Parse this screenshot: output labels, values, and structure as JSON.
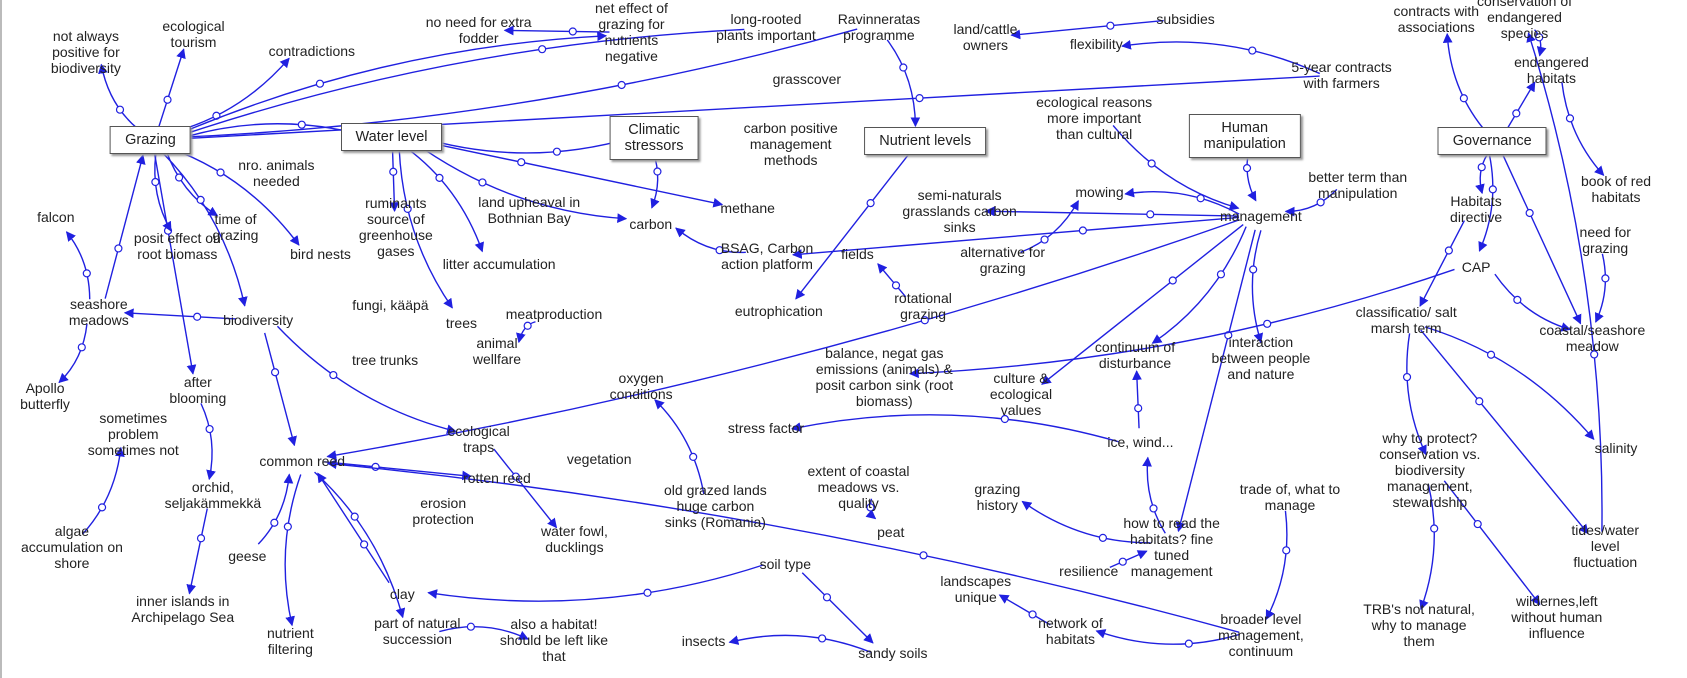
{
  "diagram_title": "",
  "colors": {
    "edge": "#2020e0",
    "text": "#222222",
    "box_border": "#555555"
  },
  "nodes": [
    {
      "id": "grazing",
      "label": "Grazing",
      "boxed": true
    },
    {
      "id": "waterlevel",
      "label": "Water level",
      "boxed": true
    },
    {
      "id": "climatic",
      "label": "Climatic\nstressors",
      "boxed": true
    },
    {
      "id": "nutrient",
      "label": "Nutrient levels",
      "boxed": true
    },
    {
      "id": "human",
      "label": "Human\nmanipulation",
      "boxed": true
    },
    {
      "id": "governance",
      "label": "Governance",
      "boxed": true
    },
    {
      "id": "notalways",
      "label": "not always\npositive for\nbiodiversity"
    },
    {
      "id": "ecotourism",
      "label": "ecological\ntourism"
    },
    {
      "id": "contradictions",
      "label": "contradictions"
    },
    {
      "id": "nofodder",
      "label": "no need for extra\nfodder"
    },
    {
      "id": "neteffect",
      "label": "net effect of\ngrazing for\nnutrients\nnegative"
    },
    {
      "id": "longrooted",
      "label": "long-rooted\nplants important"
    },
    {
      "id": "ravinneratas",
      "label": "Ravinneratas\nprogramme"
    },
    {
      "id": "landcattle",
      "label": "land/cattle\nowners"
    },
    {
      "id": "subsidies",
      "label": "subsidies"
    },
    {
      "id": "flexibility",
      "label": "flexibility"
    },
    {
      "id": "contracts",
      "label": "contracts with\nassociations"
    },
    {
      "id": "conservation",
      "label": "conservation of\nendangered\nspecies"
    },
    {
      "id": "fiveyear",
      "label": "5-year contracts\nwith farmers"
    },
    {
      "id": "endangered",
      "label": "endangered\nhabitats"
    },
    {
      "id": "grasscover",
      "label": "grasscover"
    },
    {
      "id": "ecoreasons",
      "label": "ecological reasons\nmore important\nthan cultural"
    },
    {
      "id": "carbonpositive",
      "label": "carbon positive\nmanagement\nmethods"
    },
    {
      "id": "bookred",
      "label": "book of red\nhabitats"
    },
    {
      "id": "nroanimals",
      "label": "nro. animals\nneeded"
    },
    {
      "id": "timegrazing",
      "label": "time of\ngrazing"
    },
    {
      "id": "falcon",
      "label": "falcon"
    },
    {
      "id": "rootbiomass",
      "label": "posit effect on\nroot biomass"
    },
    {
      "id": "ruminants",
      "label": "ruminants\nsource of\ngreenhouse\ngases"
    },
    {
      "id": "upheaval",
      "label": "land upheaval in\nBothnian Bay"
    },
    {
      "id": "carbon",
      "label": "carbon"
    },
    {
      "id": "methane",
      "label": "methane"
    },
    {
      "id": "seminat",
      "label": "semi-naturals\ngrasslands carbon\nsinks"
    },
    {
      "id": "mowing",
      "label": "mowing"
    },
    {
      "id": "betterterm",
      "label": "better term than\nmanipulation"
    },
    {
      "id": "management",
      "label": "management"
    },
    {
      "id": "habitatsdir",
      "label": "Habitats\ndirective"
    },
    {
      "id": "needgrazing",
      "label": "need for\ngrazing"
    },
    {
      "id": "birdnests",
      "label": "bird nests"
    },
    {
      "id": "bsag",
      "label": "BSAG, Carbon\naction platform"
    },
    {
      "id": "fields",
      "label": "fields"
    },
    {
      "id": "altgrazing",
      "label": "alternative for\ngrazing"
    },
    {
      "id": "cap",
      "label": "CAP"
    },
    {
      "id": "litter",
      "label": "litter accumulation"
    },
    {
      "id": "fungi",
      "label": "fungi, kääpä"
    },
    {
      "id": "rotational",
      "label": "rotational\ngrazing"
    },
    {
      "id": "seashore",
      "label": "seashore\nmeadows"
    },
    {
      "id": "biodiversity",
      "label": "biodiversity"
    },
    {
      "id": "trees",
      "label": "trees"
    },
    {
      "id": "meat",
      "label": "meatproduction"
    },
    {
      "id": "eutrophication",
      "label": "eutrophication"
    },
    {
      "id": "classif",
      "label": "classificatio/ salt\nmarsh term"
    },
    {
      "id": "coastal",
      "label": "coastal/seashore\nmeadow"
    },
    {
      "id": "treetrunks",
      "label": "tree trunks"
    },
    {
      "id": "welfare",
      "label": "animal\nwellfare"
    },
    {
      "id": "balance",
      "label": "balance, negat gas\nemissions (animals) &\nposit carbon sink (root\nbiomass)"
    },
    {
      "id": "continuum",
      "label": "continuum of\ndisturbance"
    },
    {
      "id": "interaction",
      "label": "interaction\nbetween people\nand nature"
    },
    {
      "id": "apollo",
      "label": "Apollo\nbutterfly"
    },
    {
      "id": "afterblooming",
      "label": "after\nblooming"
    },
    {
      "id": "culture",
      "label": "culture &\necological\nvalues"
    },
    {
      "id": "oxygen",
      "label": "oxygen\nconditions"
    },
    {
      "id": "sometimes",
      "label": "sometimes\nproblem\nsometimes not"
    },
    {
      "id": "ecotraps",
      "label": "ecological\ntraps"
    },
    {
      "id": "stress",
      "label": "stress factor"
    },
    {
      "id": "ice",
      "label": "ice, wind..."
    },
    {
      "id": "salinity",
      "label": "salinity"
    },
    {
      "id": "commonreed",
      "label": "common reed"
    },
    {
      "id": "vegetation",
      "label": "vegetation"
    },
    {
      "id": "rotten",
      "label": "rotten reed"
    },
    {
      "id": "extent",
      "label": "extent of coastal\nmeadows vs.\nquality"
    },
    {
      "id": "grazhistory",
      "label": "grazing\nhistory"
    },
    {
      "id": "tradeoff",
      "label": "trade of, what to\nmanage"
    },
    {
      "id": "whyprotect",
      "label": "why to protect?\nconservation vs.\nbiodiversity\nmanagement,\nstewardship"
    },
    {
      "id": "orchid",
      "label": "orchid,\nseljakämmekkä"
    },
    {
      "id": "erosion",
      "label": "erosion\nprotection"
    },
    {
      "id": "oldgrazed",
      "label": "old grazed lands\nhuge carbon\nsinks (Romania)"
    },
    {
      "id": "howto",
      "label": "how to read the\nhabitats? fine\ntuned\nmanagement"
    },
    {
      "id": "tides",
      "label": "tides/water\nlevel\nfluctuation"
    },
    {
      "id": "algae",
      "label": "algae\naccumulation on\nshore"
    },
    {
      "id": "waterfowl",
      "label": "water fowl,\nducklings"
    },
    {
      "id": "peat",
      "label": "peat"
    },
    {
      "id": "geese",
      "label": "geese"
    },
    {
      "id": "soiltype",
      "label": "soil type"
    },
    {
      "id": "resilience",
      "label": "resilience"
    },
    {
      "id": "landscapes",
      "label": "landscapes\nunique"
    },
    {
      "id": "clay",
      "label": "clay"
    },
    {
      "id": "inner",
      "label": "inner islands in\nArchipelago Sea"
    },
    {
      "id": "succession",
      "label": "part of natural\nsuccession"
    },
    {
      "id": "nutfilter",
      "label": "nutrient\nfiltering"
    },
    {
      "id": "alsohabitat",
      "label": "also a habitat!\nshould be left like\nthat"
    },
    {
      "id": "insects",
      "label": "insects"
    },
    {
      "id": "sandy",
      "label": "sandy soils"
    },
    {
      "id": "network",
      "label": "network of\nhabitats"
    },
    {
      "id": "broader",
      "label": "broader level\nmanagement,\ncontinuum"
    },
    {
      "id": "trb",
      "label": "TRB's not natural,\nwhy to manage\nthem"
    },
    {
      "id": "wilderness",
      "label": "wildernes,left\nwithout human\ninfluence"
    }
  ],
  "edges": [
    [
      "grazing",
      "notalways"
    ],
    [
      "grazing",
      "ecotourism"
    ],
    [
      "grazing",
      "contradictions"
    ],
    [
      "grazing",
      "neteffect"
    ],
    [
      "neteffect",
      "nofodder"
    ],
    [
      "longrooted",
      "grazing"
    ],
    [
      "ravinneratas",
      "grazing"
    ],
    [
      "fiveyear",
      "grazing"
    ],
    [
      "grazing",
      "timegrazing"
    ],
    [
      "grazing",
      "biodiversity"
    ],
    [
      "grazing",
      "afterblooming"
    ],
    [
      "grazing",
      "rootbiomass"
    ],
    [
      "grazing",
      "birdnests"
    ],
    [
      "seashore",
      "grazing"
    ],
    [
      "seashore",
      "falcon"
    ],
    [
      "seashore",
      "apollo"
    ],
    [
      "biodiversity",
      "seashore"
    ],
    [
      "waterlevel",
      "grazing"
    ],
    [
      "climatic",
      "waterlevel"
    ],
    [
      "waterlevel",
      "ruminants"
    ],
    [
      "waterlevel",
      "trees"
    ],
    [
      "waterlevel",
      "litter"
    ],
    [
      "waterlevel",
      "methane"
    ],
    [
      "waterlevel",
      "carbon"
    ],
    [
      "climatic",
      "carbon"
    ],
    [
      "subsidies",
      "landcattle"
    ],
    [
      "fiveyear",
      "flexibility"
    ],
    [
      "ravinneratas",
      "nutrient"
    ],
    [
      "nutrient",
      "eutrophication"
    ],
    [
      "human",
      "management"
    ],
    [
      "betterterm",
      "management"
    ],
    [
      "management",
      "seminat"
    ],
    [
      "management",
      "mowing"
    ],
    [
      "management",
      "continuum"
    ],
    [
      "management",
      "howto"
    ],
    [
      "management",
      "interaction"
    ],
    [
      "management",
      "commonreed"
    ],
    [
      "management",
      "culture"
    ],
    [
      "ecoreasons",
      "management"
    ],
    [
      "governance",
      "contracts"
    ],
    [
      "governance",
      "endangered"
    ],
    [
      "governance",
      "habitatsdir"
    ],
    [
      "governance",
      "cap"
    ],
    [
      "governance",
      "coastal"
    ],
    [
      "endangered",
      "bookred"
    ],
    [
      "conservation",
      "endangered"
    ],
    [
      "habitatsdir",
      "classif"
    ],
    [
      "cap",
      "coastal"
    ],
    [
      "classif",
      "salinity"
    ],
    [
      "classif",
      "tides"
    ],
    [
      "classif",
      "whyprotect"
    ],
    [
      "whyprotect",
      "trb"
    ],
    [
      "whyprotect",
      "wilderness"
    ],
    [
      "tides",
      "conservation"
    ],
    [
      "howto",
      "grazhistory"
    ],
    [
      "ice",
      "continuum"
    ],
    [
      "ice",
      "stress"
    ],
    [
      "howto",
      "ice"
    ],
    [
      "commonreed",
      "rotten"
    ],
    [
      "commonreed",
      "nutfilter"
    ],
    [
      "commonreed",
      "succession"
    ],
    [
      "clay",
      "commonreed"
    ],
    [
      "geese",
      "commonreed"
    ],
    [
      "soiltype",
      "clay"
    ],
    [
      "soiltype",
      "sandy"
    ],
    [
      "sandy",
      "insects"
    ],
    [
      "succession",
      "alsohabitat"
    ],
    [
      "ecotraps",
      "waterfowl"
    ],
    [
      "oldgrazed",
      "oxygen"
    ],
    [
      "afterblooming",
      "orchid"
    ],
    [
      "orchid",
      "inner"
    ],
    [
      "algae",
      "sometimes"
    ],
    [
      "broader",
      "network"
    ],
    [
      "network",
      "landscapes"
    ],
    [
      "broader",
      "commonreed"
    ],
    [
      "tradeoff",
      "broader"
    ],
    [
      "biodiversity",
      "commonreed"
    ],
    [
      "biodiversity",
      "ecotraps"
    ],
    [
      "cap",
      "balance"
    ],
    [
      "management",
      "bsag"
    ],
    [
      "altgrazing",
      "mowing"
    ],
    [
      "needgrazing",
      "coastal"
    ],
    [
      "resilience",
      "howto"
    ],
    [
      "extent",
      "peat"
    ],
    [
      "bsag",
      "carbon"
    ],
    [
      "rotational",
      "fields"
    ],
    [
      "meat",
      "welfare"
    ]
  ]
}
